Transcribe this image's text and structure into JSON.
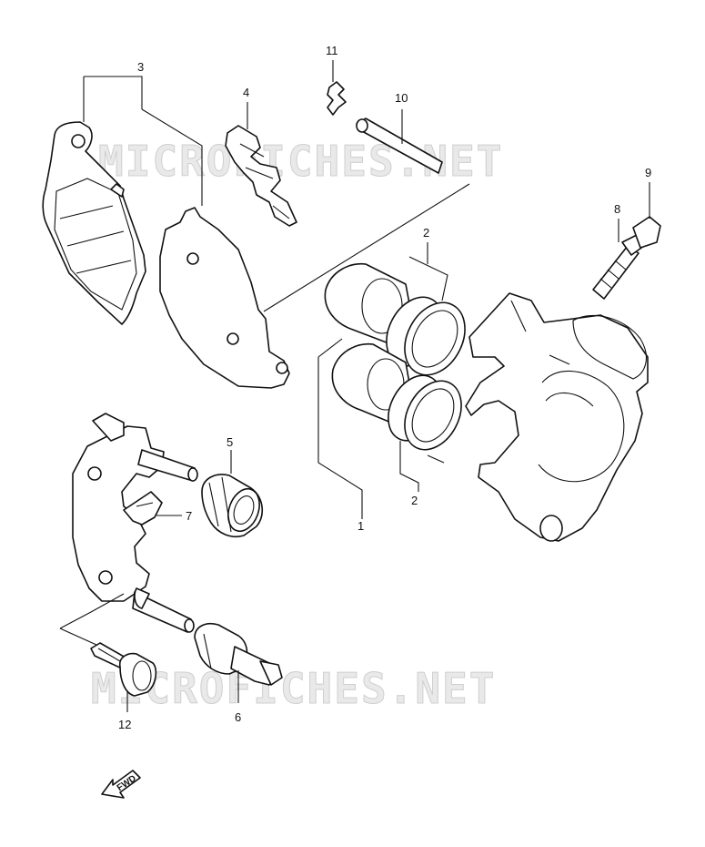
{
  "watermarks": [
    "MICROFICHES.NET",
    "MICROFICHES.NET"
  ],
  "callouts": {
    "c1": "1",
    "c2a": "2",
    "c2b": "2",
    "c3": "3",
    "c4": "4",
    "c5": "5",
    "c6": "6",
    "c7": "7",
    "c8": "8",
    "c9": "9",
    "c10": "10",
    "c11": "11",
    "c12": "12"
  },
  "direction_badge": "FWD",
  "parts": [
    {
      "number": "1",
      "name": "caliper-assembly-icon"
    },
    {
      "number": "2",
      "name": "piston-seal-icon"
    },
    {
      "number": "3",
      "name": "brake-pad-set-icon"
    },
    {
      "number": "4",
      "name": "pad-spring-icon"
    },
    {
      "number": "5",
      "name": "boot-icon"
    },
    {
      "number": "6",
      "name": "slide-pin-icon"
    },
    {
      "number": "7",
      "name": "caliper-clip-icon"
    },
    {
      "number": "8",
      "name": "bleeder-valve-icon"
    },
    {
      "number": "9",
      "name": "bleeder-cap-icon"
    },
    {
      "number": "10",
      "name": "pad-pin-icon"
    },
    {
      "number": "11",
      "name": "pin-clip-icon"
    },
    {
      "number": "12",
      "name": "bracket-bolt-icon"
    }
  ]
}
